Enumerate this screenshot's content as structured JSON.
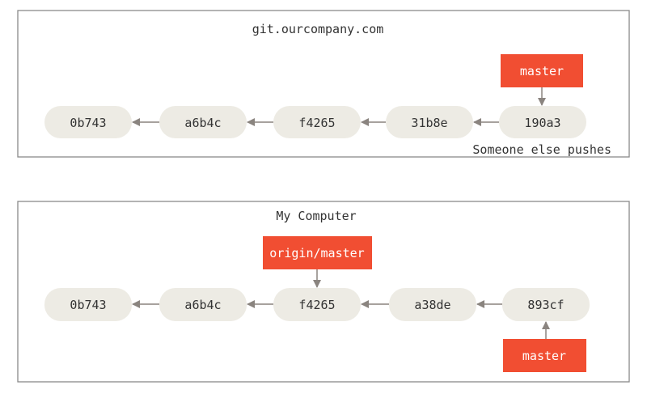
{
  "remote": {
    "title": "git.ourcompany.com",
    "commits": [
      "0b743",
      "a6b4c",
      "f4265",
      "31b8e",
      "190a3"
    ],
    "branch_label": "master",
    "note": "Someone else pushes"
  },
  "local": {
    "title": "My Computer",
    "commits": [
      "0b743",
      "a6b4c",
      "f4265",
      "a38de",
      "893cf"
    ],
    "remote_branch_label": "origin/master",
    "branch_label": "master"
  },
  "colors": {
    "commit_fill": "#edebe4",
    "branch_fill": "#f14e32",
    "arrow": "#8a847f",
    "frame": "#8a8a8a",
    "text": "#333333",
    "branch_text": "#ffffff"
  }
}
